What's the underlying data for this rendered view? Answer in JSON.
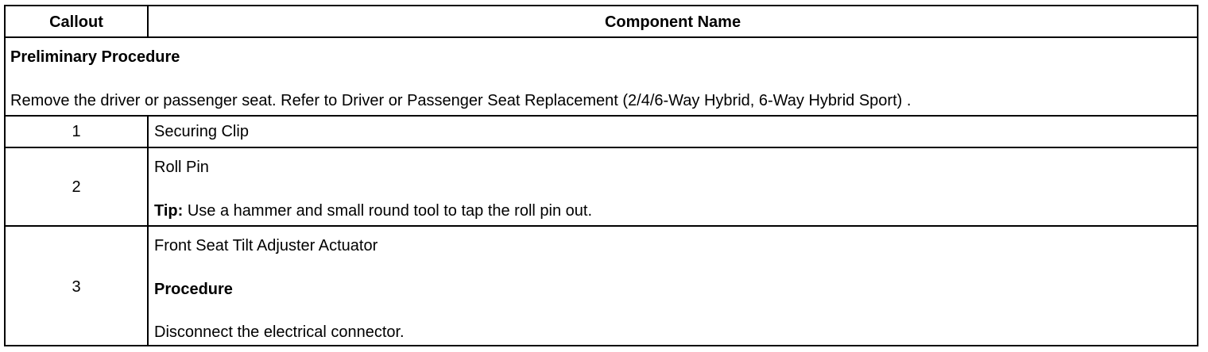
{
  "table": {
    "headers": {
      "callout": "Callout",
      "component": "Component Name"
    },
    "preliminary": {
      "heading": "Preliminary Procedure",
      "text": "Remove the driver or passenger seat. Refer to Driver or Passenger Seat Replacement (2/4/6-Way Hybrid, 6-Way Hybrid Sport) ."
    },
    "rows": [
      {
        "callout": "1",
        "name": "Securing Clip"
      },
      {
        "callout": "2",
        "name": "Roll Pin",
        "tip_label": "Tip:",
        "tip_text": " Use a hammer and small round tool to tap the roll pin out."
      },
      {
        "callout": "3",
        "name": "Front Seat Tilt Adjuster Actuator",
        "procedure_label": "Procedure",
        "procedure_text": "Disconnect the electrical connector."
      }
    ]
  }
}
